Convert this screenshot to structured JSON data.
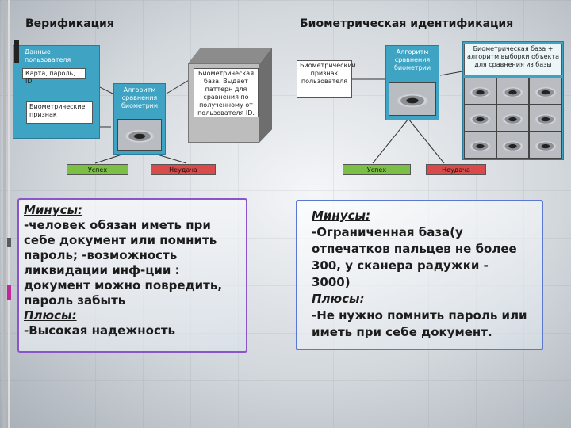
{
  "left": {
    "heading": "Верификация",
    "user_data_label": "Данные пользователя",
    "card_label": "Карта, пароль, ID",
    "bio_features_label": "Биометрические признак",
    "algorithm_label": "Алгоритм сравнения биометрии",
    "db_label": "Биометрическая база. Выдает паттерн для сравнения по полученному от пользователя ID.",
    "success_label": "Успех",
    "failure_label": "Неудача",
    "minus_title": "Минусы:",
    "minus_text": "-человек обязан иметь при себе документ или помнить пароль; -возможность ликвидации инф-ции : документ можно повредить, пароль забыть",
    "plus_title": "Плюсы:",
    "plus_text": "-Высокая надежность"
  },
  "right": {
    "heading": "Биометрическая идентификация",
    "bio_features_label": "Биометрический признак пользователя",
    "algorithm_label": "Алгоритм сравнения биометрии",
    "db_label": "Биометрическая база + алгоритм выборки объекта для сравнения из базы",
    "success_label": "Успех",
    "failure_label": "Неудача",
    "minus_title": "Минусы:",
    "minus_text": "-Ограниченная база(у отпечатков пальцев не более 300, у сканера радужки - 3000)",
    "plus_title": "Плюсы:",
    "plus_text": "-Не нужно помнить пароль или иметь при себе документ."
  },
  "colors": {
    "teal": "#3fa3c4",
    "success": "#7cbf46",
    "failure": "#d94a4a",
    "left_border": "#8a55c8",
    "right_border": "#5a78d0"
  }
}
